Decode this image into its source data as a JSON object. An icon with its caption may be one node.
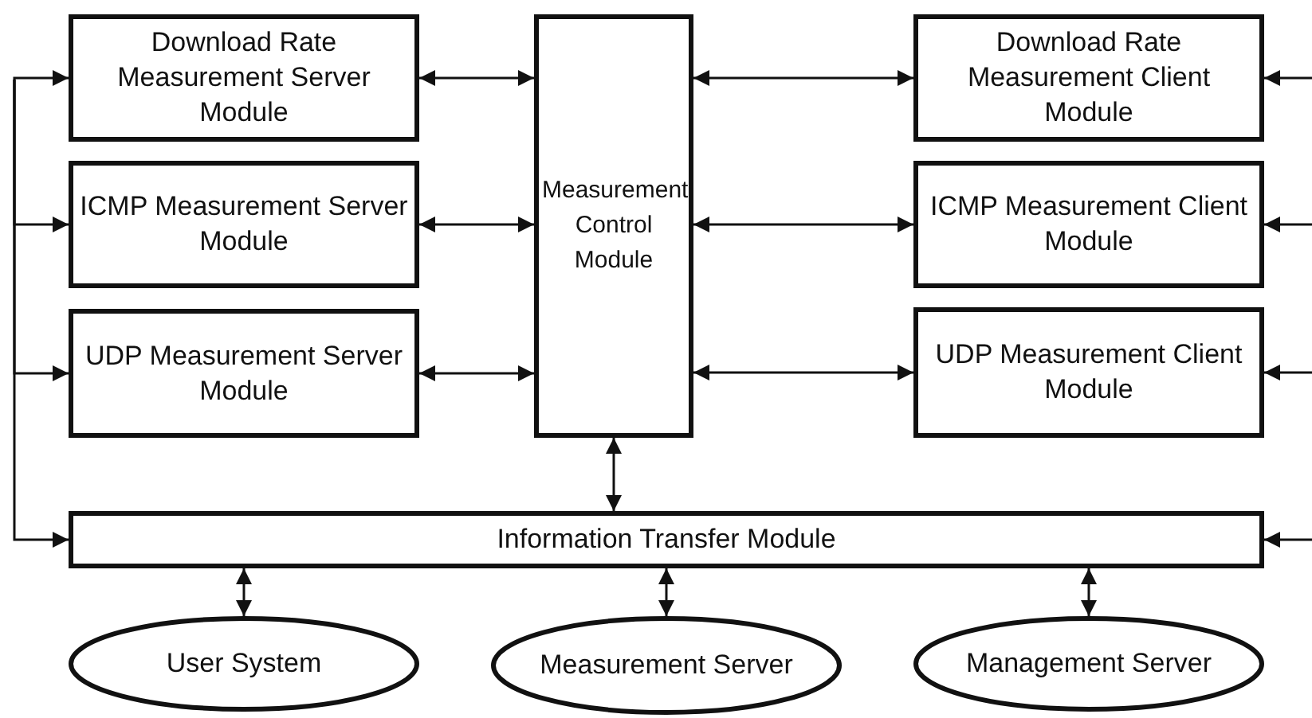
{
  "diagram": {
    "nodes": [
      {
        "text": [
          "Download Rate Measurement Server Module"
        ]
      },
      {
        "text": [
          "ICMP Measurement Server Module"
        ]
      },
      {
        "text": [
          "UDP Measurement Server Module"
        ]
      },
      {
        "text": [
          "Measurement Control Module"
        ]
      },
      {
        "text": [
          "Download Rate Measurement Client Module"
        ]
      },
      {
        "text": [
          "ICMP Measurement Client Module"
        ]
      },
      {
        "text": [
          "UDP Measurement Client Module"
        ]
      },
      {
        "text": [
          "Information Transfer Module"
        ]
      },
      {
        "text": [
          "User System"
        ]
      },
      {
        "text": [
          "Measurement Server"
        ]
      },
      {
        "text": [
          "Management Server"
        ]
      }
    ],
    "edges": [
      {
        "from": 0,
        "to": 3,
        "arrow": "both"
      },
      {
        "from": 1,
        "to": 3,
        "arrow": "both"
      },
      {
        "from": 2,
        "to": 3,
        "arrow": "both"
      },
      {
        "from": 3,
        "to": 4,
        "arrow": "both"
      },
      {
        "from": 3,
        "to": 5,
        "arrow": "both"
      },
      {
        "from": 3,
        "to": 6,
        "arrow": "both"
      },
      {
        "from": 3,
        "to": 7,
        "arrow": "both"
      },
      {
        "from": 7,
        "to": 8,
        "arrow": "both"
      },
      {
        "from": 7,
        "to": 9,
        "arrow": "both"
      },
      {
        "from": 7,
        "to": 10,
        "arrow": "both"
      },
      {
        "from": null,
        "to": 0,
        "arrow": "to"
      },
      {
        "from": null,
        "to": 1,
        "arrow": "to"
      },
      {
        "from": null,
        "to": 2,
        "arrow": "to"
      },
      {
        "from": null,
        "to": 7,
        "arrow": "to"
      },
      {
        "from": null,
        "to": 4,
        "arrow": "to"
      },
      {
        "from": null,
        "to": 5,
        "arrow": "to"
      },
      {
        "from": null,
        "to": 6,
        "arrow": "to"
      },
      {
        "from": null,
        "to": 7,
        "arrow": "to"
      }
    ]
  }
}
